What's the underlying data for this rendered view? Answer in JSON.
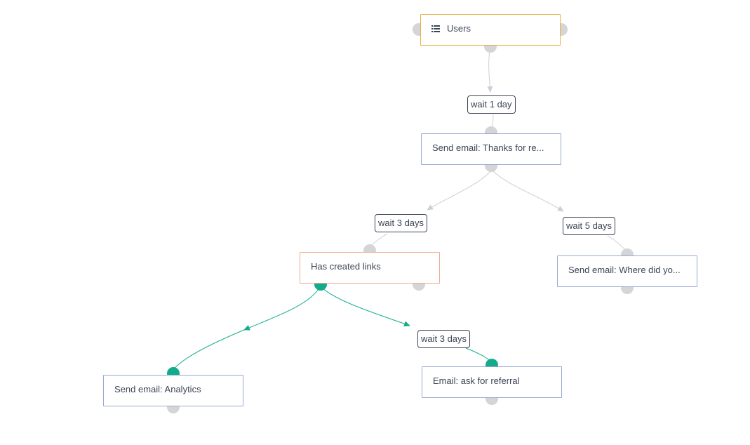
{
  "flow": {
    "nodes": {
      "users": {
        "label": "Users",
        "icon": "list-icon"
      },
      "thanks": {
        "label": "Send email: Thanks for re..."
      },
      "has_links": {
        "label": "Has created links"
      },
      "where_did": {
        "label": "Send email: Where did yo..."
      },
      "analytics": {
        "label": "Send email: Analytics"
      },
      "ask_referral": {
        "label": "Email: ask for referral"
      }
    },
    "waits": {
      "w1": "wait 1 day",
      "w2": "wait 3 days",
      "w3": "wait 5 days",
      "w4": "wait 3 days"
    }
  },
  "colors": {
    "trigger_border": "#e9b143",
    "action_border": "#97a8d3",
    "condition_border": "#f0ab93",
    "port_gray": "#d5d5d8",
    "port_active": "#12ac8d",
    "edge_gray": "#cfcfd3",
    "edge_active": "#12ac8d"
  }
}
